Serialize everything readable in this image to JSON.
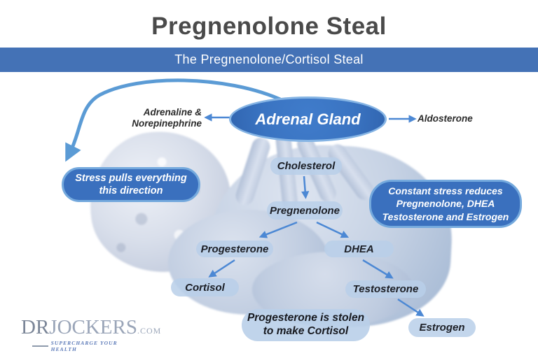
{
  "header": {
    "title": "Pregnenolone Steal",
    "banner": "The Pregnenolone/Cortisol Steal"
  },
  "gland": {
    "label": "Adrenal Gland"
  },
  "hormones": {
    "adrenaline_line1": "Adrenaline &",
    "adrenaline_line2": "Norepinephrine",
    "aldosterone": "Aldosterone",
    "cholesterol": "Cholesterol",
    "pregnenolone": "Pregnenolone",
    "progesterone": "Progesterone",
    "dhea": "DHEA",
    "cortisol": "Cortisol",
    "testosterone": "Testosterone",
    "estrogen": "Estrogen"
  },
  "callouts": {
    "stress": {
      "line1": "Stress pulls everything",
      "line2": "this direction"
    },
    "constant_stress": {
      "line1": "Constant stress reduces",
      "line2": "Pregnenolone, DHEA",
      "line3": "Testosterone and Estrogen"
    },
    "stolen": {
      "line1": "Progesterone is stolen",
      "line2": "to make Cortisol"
    }
  },
  "logo": {
    "dr": "Dr",
    "jockers": "Jockers",
    "com": ".com",
    "tagline": "SUPERCHARGE YOUR HEALTH"
  },
  "colors": {
    "banner_blue": "#4472b6",
    "callout_blue": "#3a70be",
    "callout_border": "#74a9dd",
    "arrow_blue": "#5b9bd5",
    "pill_blue": "#b9cfe9",
    "title_gray": "#4a4a4a"
  }
}
